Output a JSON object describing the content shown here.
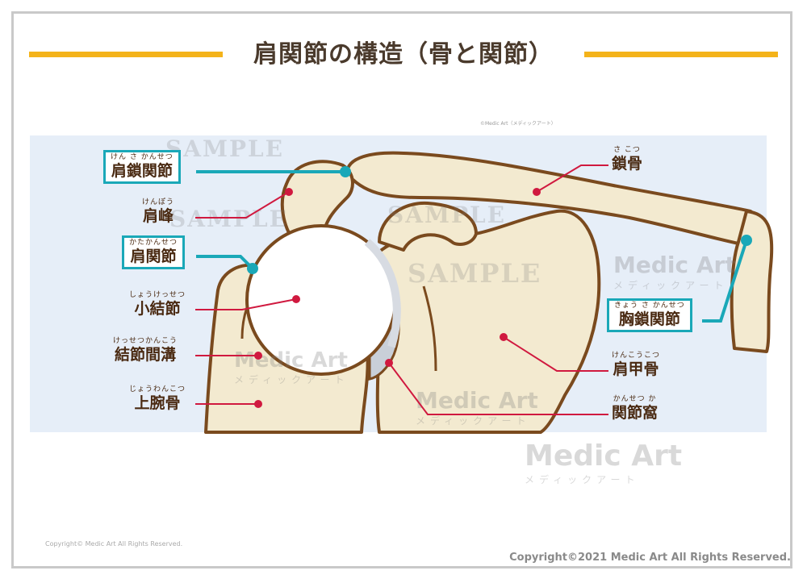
{
  "title": "肩関節の構造（骨と関節）",
  "credit_small": "©Medic Art（メディックアート）",
  "watermark": {
    "sample": "SAMPLE",
    "brand": "Medic Art",
    "brand_kana": "メディックアート"
  },
  "labels": {
    "acromioclavicular": {
      "ruby": "けん さ かんせつ",
      "term": "肩鎖関節"
    },
    "acromion": {
      "ruby": "けんぽう",
      "term": "肩峰"
    },
    "shoulder_joint": {
      "ruby": "かたかんせつ",
      "term": "肩関節"
    },
    "lesser_tubercle": {
      "ruby": "しょうけっせつ",
      "term": "小結節"
    },
    "intertubercular_groove": {
      "ruby": "けっせつかんこう",
      "term": "結節間溝"
    },
    "humerus": {
      "ruby": "じょうわんこつ",
      "term": "上腕骨"
    },
    "clavicle": {
      "ruby": "さ こつ",
      "term": "鎖骨"
    },
    "sternoclavicular": {
      "ruby": "きょう さ かんせつ",
      "term": "胸鎖関節"
    },
    "scapula": {
      "ruby": "けんこうこつ",
      "term": "肩甲骨"
    },
    "glenoid": {
      "ruby": "かんせつ か",
      "term": "関節窩"
    }
  },
  "footer_left": "Copyright© Medic Art All Rights Reserved.",
  "footer_right": "Copyright©2021 Medic Art All Rights Reserved.",
  "colors": {
    "accent_line": "#f4b31a",
    "box_border": "#1aa8b8",
    "leader": "#d0193f",
    "bone": "#f3ead0",
    "bone_outline": "#7a4a1e"
  }
}
